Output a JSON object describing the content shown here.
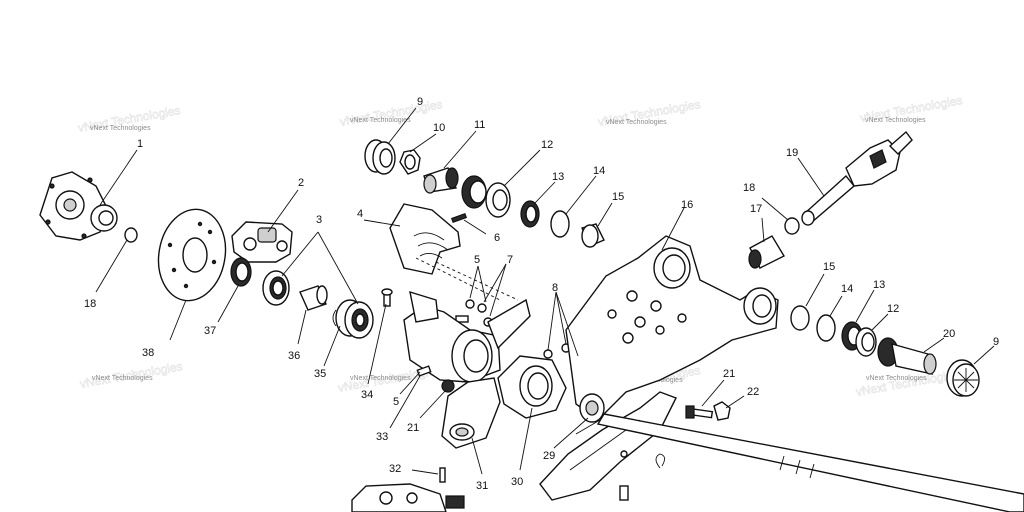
{
  "watermark": {
    "text": "vNext Technologies"
  },
  "callouts": [
    "1",
    "2",
    "3",
    "4",
    "5",
    "5",
    "6",
    "7",
    "8",
    "9",
    "9",
    "10",
    "11",
    "12",
    "12",
    "13",
    "13",
    "14",
    "14",
    "15",
    "15",
    "16",
    "17",
    "18",
    "18",
    "19",
    "20",
    "21",
    "21",
    "22",
    "29",
    "30",
    "31",
    "32",
    "33",
    "34",
    "35",
    "36",
    "37",
    "38"
  ]
}
